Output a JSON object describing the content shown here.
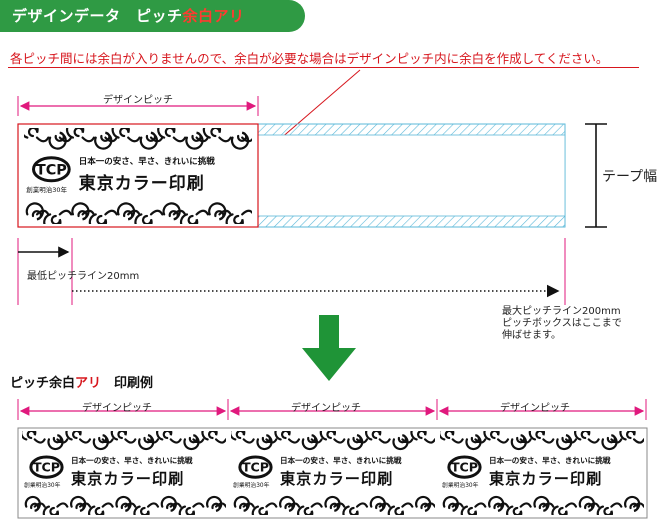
{
  "header": {
    "title_main": "デザインデータ　ピッチ",
    "title_accent": "余白アリ",
    "bg_color": "#2f9a44",
    "accent_color": "#d7161d"
  },
  "note": "各ピッチ間には余白が入りませんので、余白が必要な場合はデザインピッチ内に余白を作成してください。",
  "design_pitch_label": "デザインピッチ",
  "tape_width_label": "テープ幅",
  "min_pitch_label": "最低ピッチライン20mm",
  "max_pitch_lines": [
    "最大ピッチライン200mm",
    "ピッチボックスはここまで",
    "伸ばせます。"
  ],
  "example": {
    "title_main": "ピッチ余白",
    "title_accent": "アリ",
    "title_suffix": "　印刷例"
  },
  "logo": {
    "slogan": "日本一の安さ、早さ、きれいに挑戦",
    "name": "東京カラー印刷",
    "established": "創業明治30年",
    "mark_text": "TCP"
  },
  "colors": {
    "magenta": "#e0197d",
    "red": "#d7161d",
    "hatch": "#5bb8d8",
    "green": "#1f9437"
  }
}
